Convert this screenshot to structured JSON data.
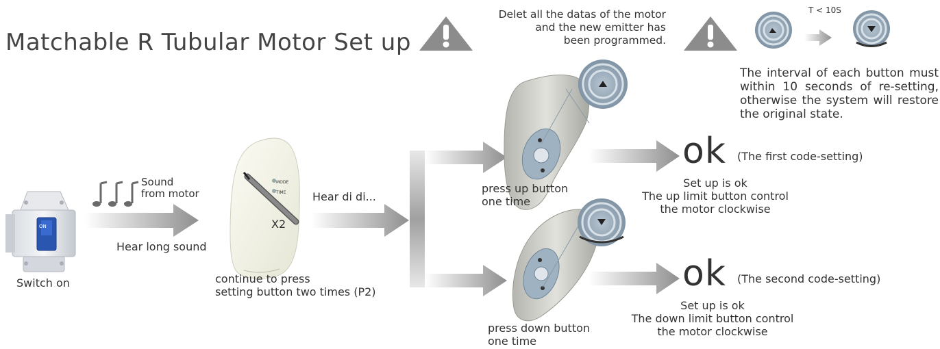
{
  "title": "Matchable R Tubular Motor Set up",
  "warnings": {
    "delete_note": [
      "Delet all the datas of the motor",
      "and the new emitter has",
      "been programmed."
    ],
    "timer_label": "T < 10S",
    "interval_note": "The interval of each button must within 10 seconds of re-setting, otherwise the system will restore the original state."
  },
  "switch": {
    "label": "Switch on",
    "on_label": "ON"
  },
  "sound": {
    "line1": "Sound",
    "line2": "from motor",
    "hear_long": "Hear long sound"
  },
  "remote": {
    "mode_label": "MODE",
    "time_label": "TIME",
    "times_label": "X2",
    "caption_line1": "continue to press",
    "caption_line2": "setting button two times (P2)"
  },
  "hear_didi": "Hear di di...",
  "up_branch": {
    "caption_line1": "press up button",
    "caption_line2": "one time",
    "ok": "ok",
    "ok_note": "(The first code-setting)",
    "result_line1": "Set up is ok",
    "result_line2": "The up limit button control",
    "result_line3": "the motor clockwise"
  },
  "down_branch": {
    "caption_line1": "press down button",
    "caption_line2": "one time",
    "ok": "ok",
    "ok_note": "(The second code-setting)",
    "result_line1": "Set up is ok",
    "result_line2": "The down limit button control",
    "result_line3": "the motor clockwise"
  },
  "colors": {
    "arrow_dark": "#8f8f8f",
    "arrow_light": "#f2f2f2",
    "warning_gray": "#8c8c8c",
    "remote_body": "#f5f5ea",
    "handset": "#cfcfcf",
    "switch_blue": "#2b56b0"
  }
}
